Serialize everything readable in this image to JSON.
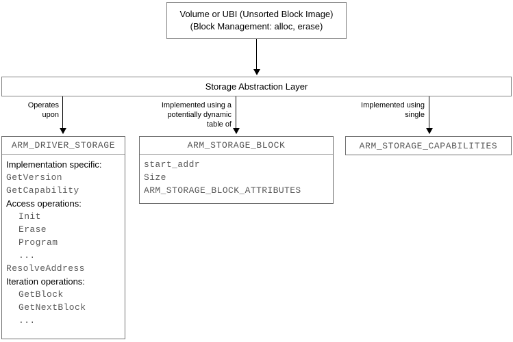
{
  "diagram": {
    "title": "Storage Abstraction Layer architecture",
    "colors": {
      "box_border": "#808080",
      "uml_border": "#6e6e6e",
      "mono_text": "#5a5a5a",
      "header_text": "#555555",
      "body_text": "#000000",
      "connector": "#000000",
      "background": "#ffffff"
    }
  },
  "volume_box": {
    "line1": "Volume or UBI (Unsorted Block Image)",
    "line2": "(Block Management: alloc, erase)"
  },
  "sal_box": {
    "title": "Storage Abstraction Layer"
  },
  "edges": [
    {
      "id": "volume-to-sal",
      "label": ""
    },
    {
      "id": "sal-to-driver",
      "label_line1": "Operates",
      "label_line2": "upon"
    },
    {
      "id": "sal-to-block",
      "label_line1": "Implemented using a",
      "label_line2": "potentially dynamic",
      "label_line3": "table of"
    },
    {
      "id": "sal-to-caps",
      "label_line1": "Implemented using",
      "label_line2": "single"
    }
  ],
  "driver_box": {
    "header": "ARM_DRIVER_STORAGE",
    "rows": [
      {
        "text": "Implementation specific:",
        "style": "head",
        "indent": false
      },
      {
        "text": "GetVersion",
        "style": "mono",
        "indent": false
      },
      {
        "text": "GetCapability",
        "style": "mono",
        "indent": false
      },
      {
        "text": "Access operations:",
        "style": "head",
        "indent": false
      },
      {
        "text": "Init",
        "style": "mono",
        "indent": true
      },
      {
        "text": "Erase",
        "style": "mono",
        "indent": true
      },
      {
        "text": "Program",
        "style": "mono",
        "indent": true
      },
      {
        "text": "...",
        "style": "mono",
        "indent": true
      },
      {
        "text": "ResolveAddress",
        "style": "mono",
        "indent": false
      },
      {
        "text": "Iteration operations:",
        "style": "head",
        "indent": false
      },
      {
        "text": "GetBlock",
        "style": "mono",
        "indent": true
      },
      {
        "text": "GetNextBlock",
        "style": "mono",
        "indent": true
      },
      {
        "text": "...",
        "style": "mono",
        "indent": true
      }
    ]
  },
  "block_box": {
    "header": "ARM_STORAGE_BLOCK",
    "rows": [
      {
        "text": "start_addr",
        "style": "mono",
        "indent": false
      },
      {
        "text": "Size",
        "style": "mono",
        "indent": false
      },
      {
        "text": "ARM_STORAGE_BLOCK_ATTRIBUTES",
        "style": "mono",
        "indent": false
      }
    ]
  },
  "caps_box": {
    "header": "ARM_STORAGE_CAPABILITIES",
    "rows": []
  }
}
